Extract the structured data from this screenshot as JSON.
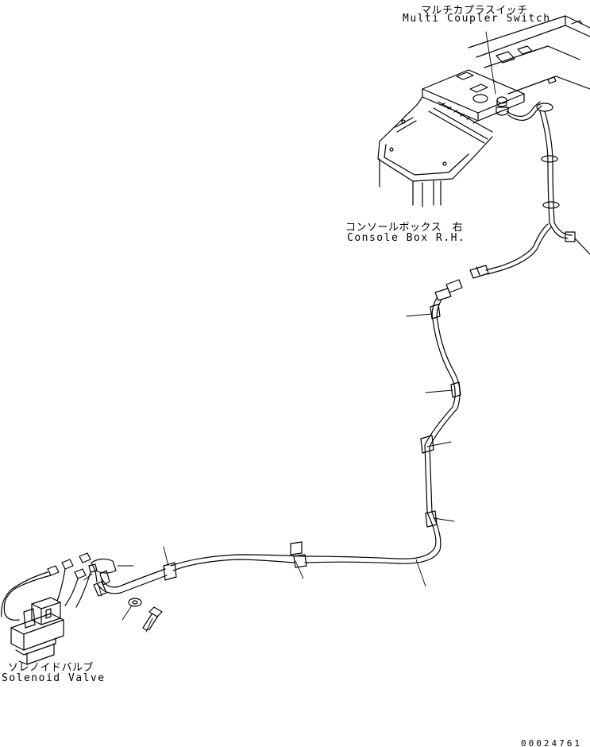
{
  "labels": {
    "coupler_switch_jp": "マルチカプラスイッチ",
    "coupler_switch_en": "Multi Coupler Switch",
    "console_box_jp": "コンソールボックス　右",
    "console_box_en": "Console Box R.H.",
    "solenoid_valve_jp": "ソレノイドバルブ",
    "solenoid_valve_en": "Solenoid Valve",
    "drawing_number": "00024761"
  },
  "colors": {
    "line": "#000000",
    "background": "#ffffff"
  }
}
